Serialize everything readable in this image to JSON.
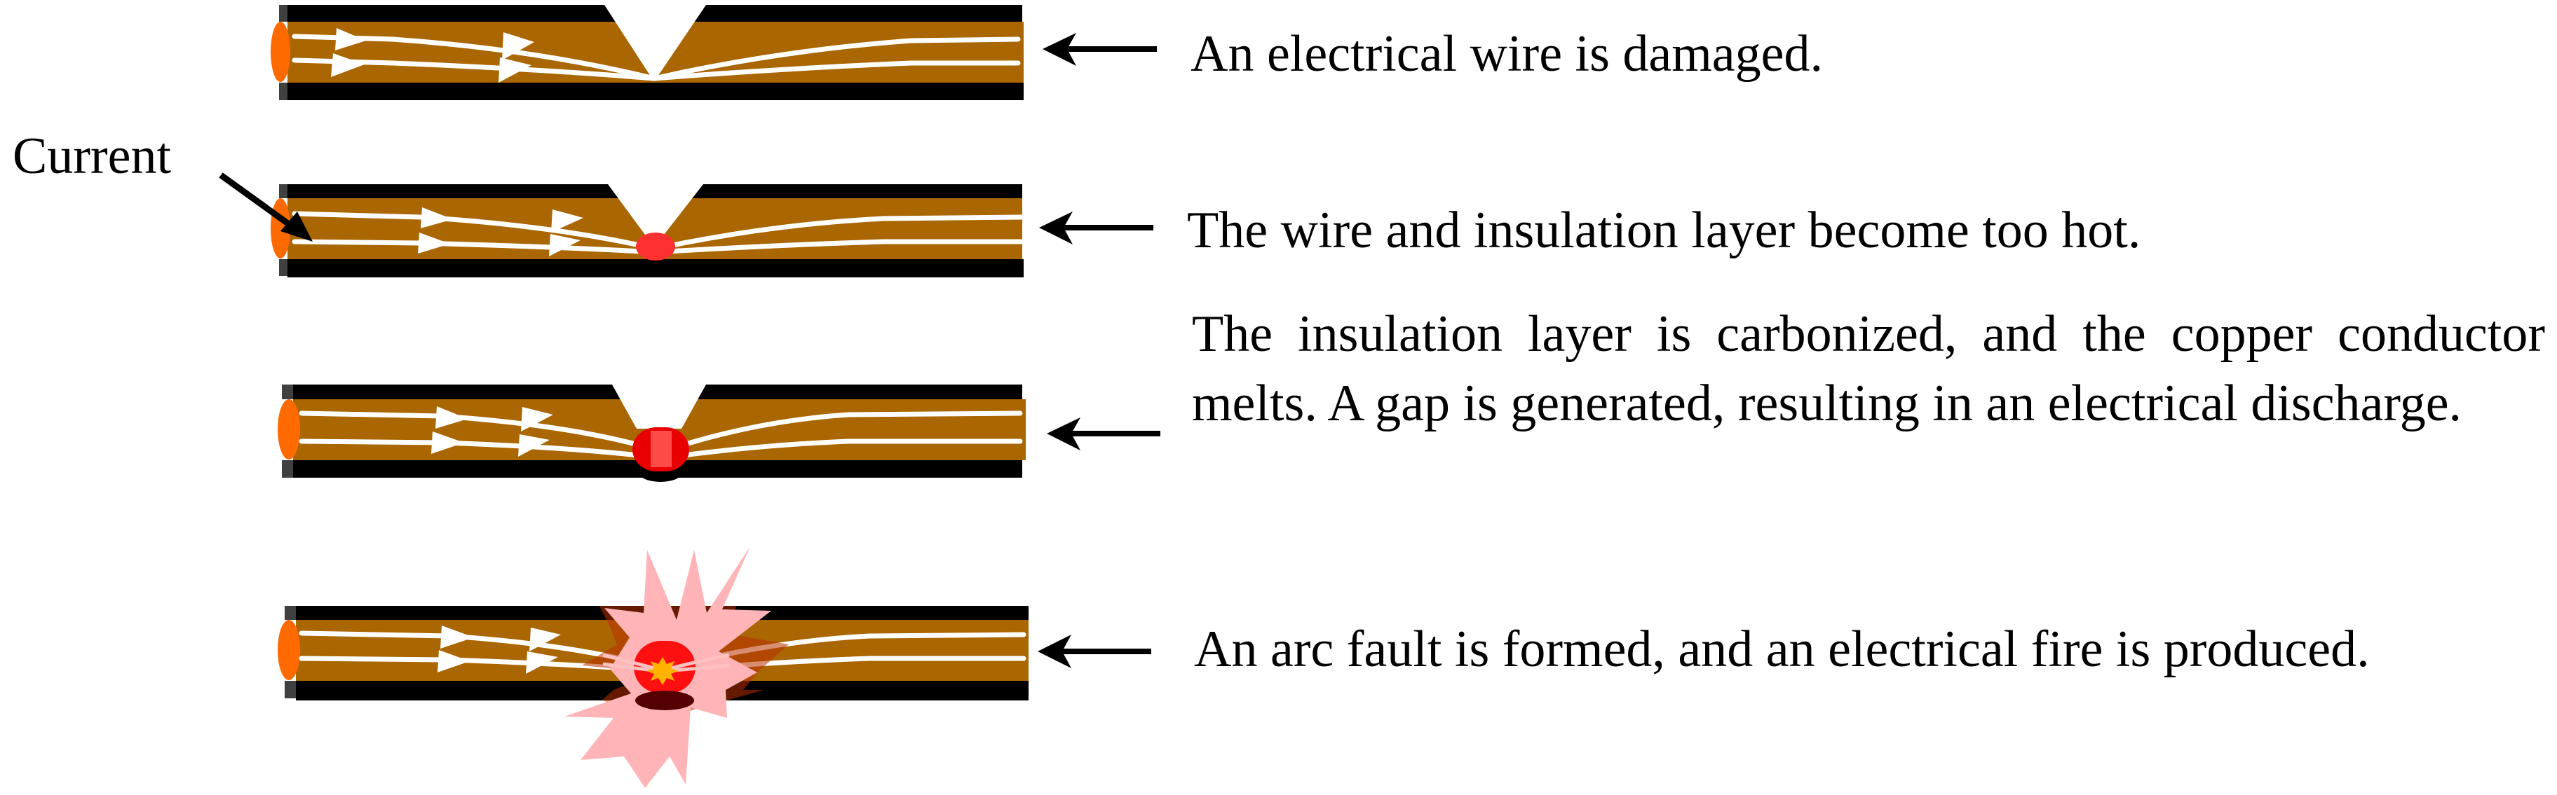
{
  "figure": {
    "current_label": "Current",
    "colors": {
      "insulation": "#000000",
      "insulation_cap": "#404040",
      "copper": "#AA6600",
      "wire_end": "#FF6A00",
      "current_lines": "#FFFFFF",
      "hotspot": "#FF2020",
      "hotspot_light": "#FF4A4A",
      "spark_core": "#FFB300",
      "burst": "#FFB5B8",
      "burst_inner": "#C0400080"
    },
    "stages": [
      {
        "caption": "An electrical wire is damaged.",
        "state": "damaged"
      },
      {
        "caption": "The wire and insulation layer become too hot.",
        "state": "overheating"
      },
      {
        "caption": "The insulation layer is carbonized, and the copper conductor melts. A gap is generated, resulting in an electrical discharge.",
        "state": "discharge"
      },
      {
        "caption": "An arc fault is formed, and an electrical fire is produced.",
        "state": "arc-fire"
      }
    ]
  }
}
